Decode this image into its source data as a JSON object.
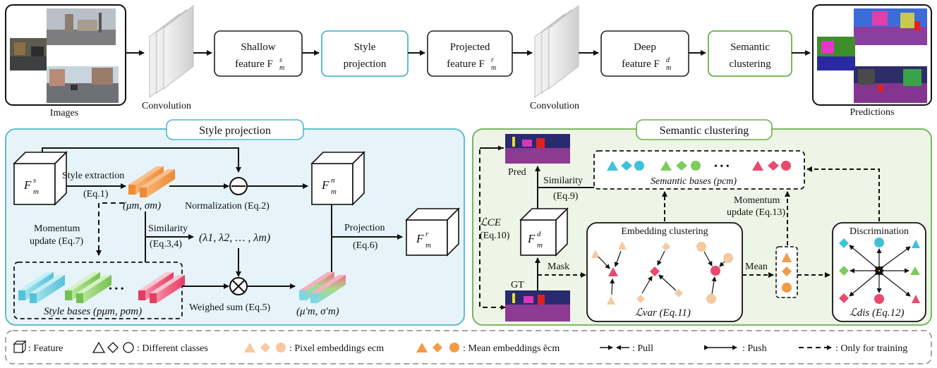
{
  "top": {
    "images_label": "Images",
    "conv1_label": "Convolution",
    "shallow_line1": "Shallow",
    "shallow_line2": "feature F",
    "shallow_sup": "s",
    "shallow_sub": "m",
    "style_line1": "Style",
    "style_line2": "projection",
    "projected_line1": "Projected",
    "projected_line2": "feature F",
    "projected_sup": "r",
    "projected_sub": "m",
    "conv2_label": "Convolution",
    "deep_line1": "Deep",
    "deep_line2": "feature F",
    "deep_sup": "d",
    "deep_sub": "m",
    "semantic_line1": "Semantic",
    "semantic_line2": "clustering",
    "predictions_label": "Predictions"
  },
  "style_panel": {
    "title": "Style projection",
    "fs_label": "F",
    "fs_sup": "s",
    "fs_sub": "m",
    "style_extraction": "Style extraction",
    "eq1": "(Eq.1)",
    "mu_sigma": "(μm, σm)",
    "normalization": "Normalization (Eq.2)",
    "fn_label": "F",
    "fn_sup": "n",
    "fn_sub": "m",
    "momentum": "Momentum",
    "update_eq7": "update (Eq.7)",
    "similarity": "Similarity",
    "eq34": "(Eq.3,4)",
    "lambdas": "(λ1, λ2, … , λm)",
    "projection": "Projection",
    "eq6": "(Eq.6)",
    "fr_label": "F",
    "fr_sup": "r",
    "fr_sub": "m",
    "dots": "• • •",
    "style_bases": "Style bases (pμm, pσm)",
    "weighed_sum": "Weighed sum (Eq.5)",
    "mu_sigma_prime": "(μ′m, σ′m)"
  },
  "semantic_panel": {
    "title": "Semantic clustering",
    "pred": "Pred",
    "similarity": "Similarity",
    "eq9": "(Eq.9)",
    "semantic_bases": "Semantic bases (pcm)",
    "dots": "• • •",
    "momentum": "Momentum",
    "update_eq13": "update (Eq.13)",
    "lce": "ℒCE",
    "eq10": "(Eq.10)",
    "fd_label": "F",
    "fd_sup": "d",
    "fd_sub": "m",
    "mask": "Mask",
    "gt": "GT",
    "embedding_clustering": "Embedding clustering",
    "lvar": "ℒvar (Eq.11)",
    "mean": "Mean",
    "discrimination": "Discrimination",
    "ldis": "ℒdis (Eq.12)"
  },
  "legend": {
    "feature": ": Feature",
    "classes": ": Different classes",
    "pixel_embeddings": ": Pixel embeddings ecm",
    "mean_embeddings": ": Mean embeddings ēcm",
    "pull": ": Pull",
    "push": ": Push",
    "training": ": Only for training"
  },
  "colors": {
    "style_accent": "#4fb7c9",
    "style_panel_bg": "#e6f4fa",
    "semantic_accent": "#6ab04c",
    "semantic_panel_bg": "#eef5e6",
    "cyan": "#3ec3d6",
    "green": "#7ccc5c",
    "pink": "#e94a6e",
    "orange": "#f5a05a",
    "peach": "#f6c9a1"
  }
}
